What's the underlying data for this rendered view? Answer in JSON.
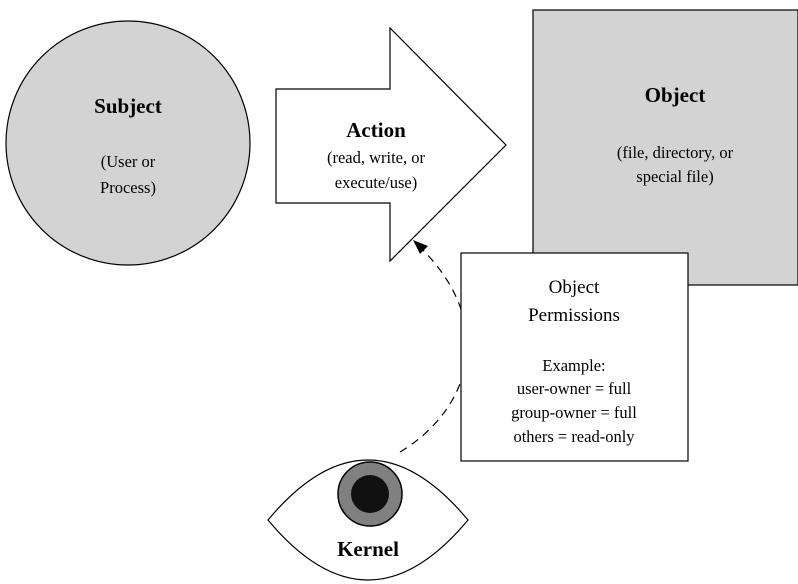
{
  "diagram": {
    "subject": {
      "title": "Subject",
      "detail_line1": "(User or",
      "detail_line2": "Process)"
    },
    "action": {
      "title": "Action",
      "detail_line1": "(read, write, or",
      "detail_line2": "execute/use)"
    },
    "object": {
      "title": "Object",
      "detail_line1": "(file, directory, or",
      "detail_line2": "special file)"
    },
    "permissions": {
      "title_line1": "Object",
      "title_line2": "Permissions",
      "example_label": "Example:",
      "rules": [
        "user-owner = full",
        "group-owner = full",
        "others = read-only"
      ]
    },
    "kernel": {
      "label": "Kernel"
    },
    "colors": {
      "shape_fill": "#d3d3d3",
      "stroke": "#000000",
      "box_fill": "#ffffff",
      "iris": "#808080",
      "pupil": "#111111"
    }
  }
}
